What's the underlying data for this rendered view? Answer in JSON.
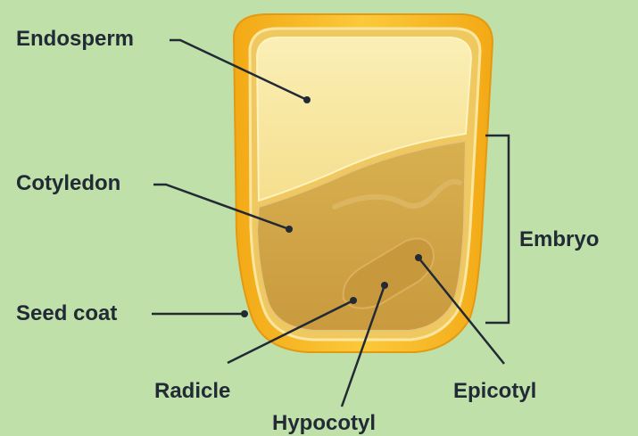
{
  "diagram": {
    "labels": {
      "endosperm": "Endosperm",
      "cotyledon": "Cotyledon",
      "seed_coat": "Seed coat",
      "radicle": "Radicle",
      "hypocotyl": "Hypocotyl",
      "epicotyl": "Epicotyl",
      "embryo": "Embryo"
    },
    "colors": {
      "background": "#bfe0a8",
      "seed_coat": "#f6b820",
      "endosperm": "#f8e8a0",
      "embryo": "#cfa246",
      "leader_line": "#222a36"
    }
  }
}
